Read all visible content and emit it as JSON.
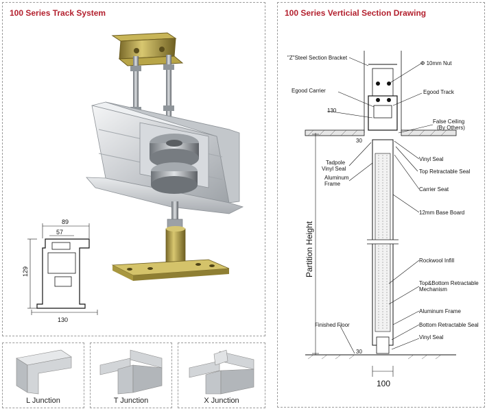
{
  "left_panel": {
    "title": "100 Series Track System",
    "profile_dims": {
      "top_width": "89",
      "inner_width": "57",
      "height": "129",
      "bottom_width": "130"
    }
  },
  "right_panel": {
    "title": "100 Series Verticial Section Drawing",
    "labels": {
      "z_bracket": "\"Z\"Steel Section Bracket",
      "nut": "Φ 10mm Nut",
      "carrier": "Egood Carrier",
      "track": "Egood Track",
      "dim_130": "130",
      "false_ceiling": "False Ceiling\n(By Others)",
      "dim_30_top": "30",
      "vinyl_seal_top": "Vinyl Seal",
      "tadpole": "Tadpole\nVinyl Seal",
      "top_retractable": "Top Retractable Seal",
      "aluminum_frame_left": "Aluminum\nFrame",
      "carrier_seat": "Carrier Seat",
      "base_board": "12mm Base Board",
      "partition_height": "Partition Height",
      "rockwool": "Rockwool Infill",
      "mechanism": "Top&Bottom Retractable\nMechanism",
      "aluminum_frame_right": "Aluminum Frame",
      "finished_floor": "Finished Floor",
      "bottom_retractable": "Bottom Retractable Seal",
      "vinyl_seal_bottom": "Vinyl Seal",
      "dim_30_bottom": "30",
      "dim_100": "100"
    }
  },
  "junctions": [
    {
      "caption": "L Junction"
    },
    {
      "caption": "T Junction"
    },
    {
      "caption": "X Junction"
    }
  ]
}
